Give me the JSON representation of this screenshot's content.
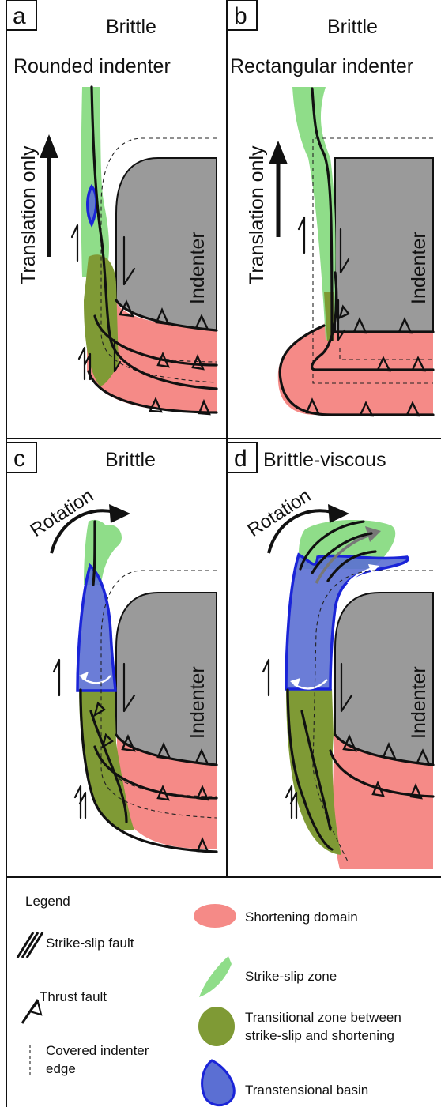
{
  "panels": {
    "a": {
      "letter": "a",
      "regime": "Brittle",
      "subtitle": "Rounded indenter",
      "motion": "Translation only",
      "indenter": "Indenter"
    },
    "b": {
      "letter": "b",
      "regime": "Brittle",
      "subtitle": "Rectangular indenter",
      "motion": "Translation only",
      "indenter": "Indenter"
    },
    "c": {
      "letter": "c",
      "regime": "Brittle",
      "motion": "Rotation",
      "indenter": "Indenter"
    },
    "d": {
      "letter": "d",
      "regime": "Brittle-viscous",
      "motion": "Rotation",
      "indenter": "Indenter"
    }
  },
  "legend": {
    "title": "Legend",
    "items": {
      "strike_slip_fault": "Strike-slip fault",
      "thrust_fault": "Thrust fault",
      "covered_edge_1": "Covered indenter",
      "covered_edge_2": "edge",
      "shortening": "Shortening domain",
      "strike_slip_zone": "Strike-slip zone",
      "transitional_1": "Transitional zone between",
      "transitional_2": "strike-slip and shortening",
      "basin": "Transtensional basin"
    }
  },
  "colors": {
    "shortening": "#f58a87",
    "strike_slip_zone": "#8fdd89",
    "transitional": "#7f9a35",
    "basin": "#5b6fd3",
    "basin_outline": "#1a24d8",
    "indenter": "#9a9a9a"
  }
}
